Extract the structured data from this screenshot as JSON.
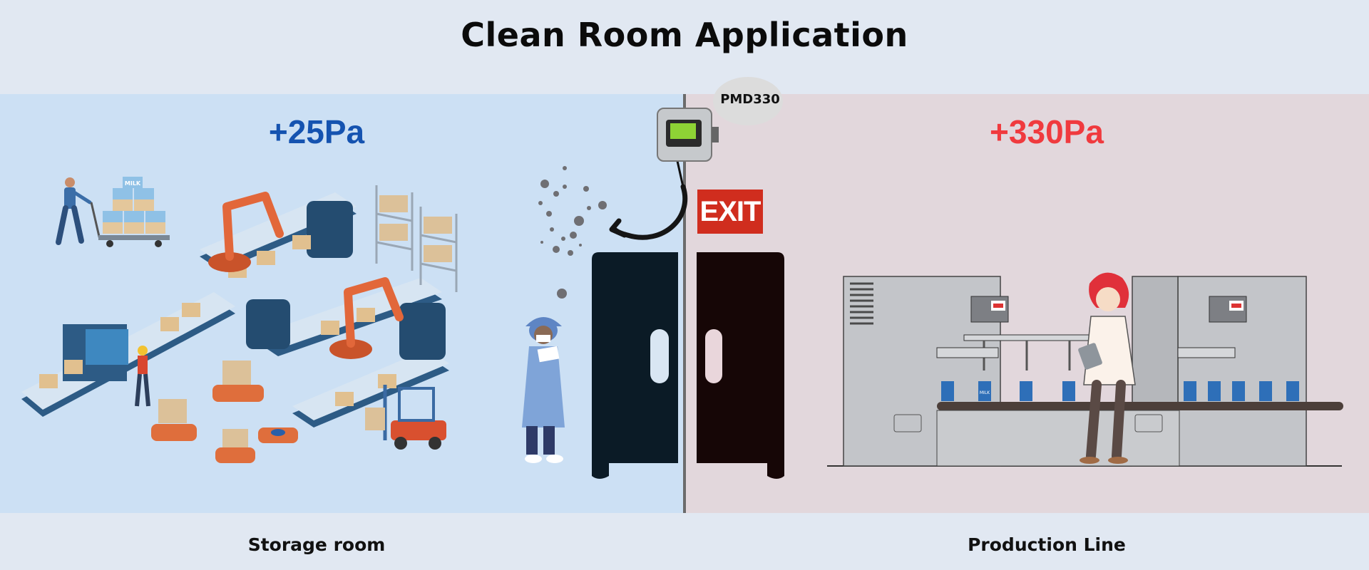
{
  "title": "Clean Room Application",
  "sensor": {
    "label": "PMD330"
  },
  "exit_sign": {
    "label": "EXIT"
  },
  "rooms": {
    "left": {
      "name": "Storage room",
      "pressure": "+25Pa",
      "color": "#1553b0",
      "background": "#cce0f4"
    },
    "right": {
      "name": "Production Line",
      "pressure": "+330Pa",
      "color": "#f03a3e",
      "background": "#e2d7dc"
    }
  },
  "illustration_labels": {
    "crate": "MILK",
    "carton": "MILK"
  },
  "icons": [
    "warehouse-worker-icon",
    "milk-crate-cart-icon",
    "robot-arm-icon",
    "conveyor-belt-icon",
    "shelf-icon",
    "forklift-icon",
    "agv-robot-icon",
    "pressure-sensor-icon",
    "airflow-arrow-icon",
    "particles-icon",
    "cleanroom-worker-icon",
    "door-icon",
    "filling-machine-icon",
    "lab-technician-icon",
    "milk-carton-icon"
  ]
}
